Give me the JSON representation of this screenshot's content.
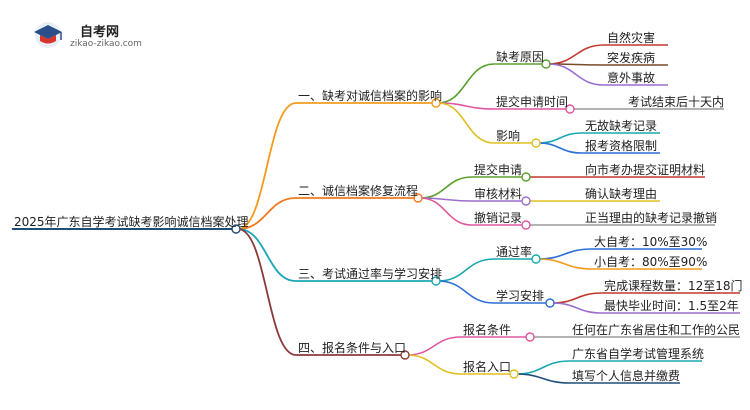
{
  "site": {
    "name": "自考网",
    "url": "zikao-zikao.com"
  },
  "colors": {
    "root": "#1f4e79",
    "b1": "#f29b1d",
    "b2": "#f2791d",
    "b3": "#1ba7b8",
    "b4": "#8b3a3a",
    "green": "#5aa02c",
    "red": "#c0392b",
    "brown": "#7a4a2a",
    "pink": "#e056a0",
    "yellow": "#e0c020",
    "teal": "#19a8b0",
    "purple": "#9b6fcf",
    "gray": "#9a9a9a",
    "blue": "#2b6fd6",
    "darkblue": "#1f4e79"
  },
  "root": {
    "label": "2025年广东自学考试缺考影响诚信档案处理"
  },
  "branches": [
    {
      "label": "一、缺考对诚信档案的影响",
      "children": [
        {
          "label": "缺考原因",
          "children": [
            "自然灾害",
            "突发疾病",
            "意外事故"
          ]
        },
        {
          "label": "提交申请时间",
          "children": [
            "考试结束后十天内"
          ]
        },
        {
          "label": "影响",
          "children": [
            "无故缺考记录",
            "报考资格限制"
          ]
        }
      ]
    },
    {
      "label": "二、诚信档案修复流程",
      "children": [
        {
          "label": "提交申请",
          "children": [
            "向市考办提交证明材料"
          ]
        },
        {
          "label": "审核材料",
          "children": [
            "确认缺考理由"
          ]
        },
        {
          "label": "撤销记录",
          "children": [
            "正当理由的缺考记录撤销"
          ]
        }
      ]
    },
    {
      "label": "三、考试通过率与学习安排",
      "children": [
        {
          "label": "通过率",
          "children": [
            "大自考：10%至30%",
            "小自考：80%至90%"
          ]
        },
        {
          "label": "学习安排",
          "children": [
            "完成课程数量：12至18门",
            "最快毕业时间：1.5至2年"
          ]
        }
      ]
    },
    {
      "label": "四、报名条件与入口",
      "children": [
        {
          "label": "报名条件",
          "children": [
            "任何在广东省居住和工作的公民"
          ]
        },
        {
          "label": "报名入口",
          "children": [
            "广东省自学考试管理系统",
            "填写个人信息并缴费"
          ]
        }
      ]
    }
  ]
}
